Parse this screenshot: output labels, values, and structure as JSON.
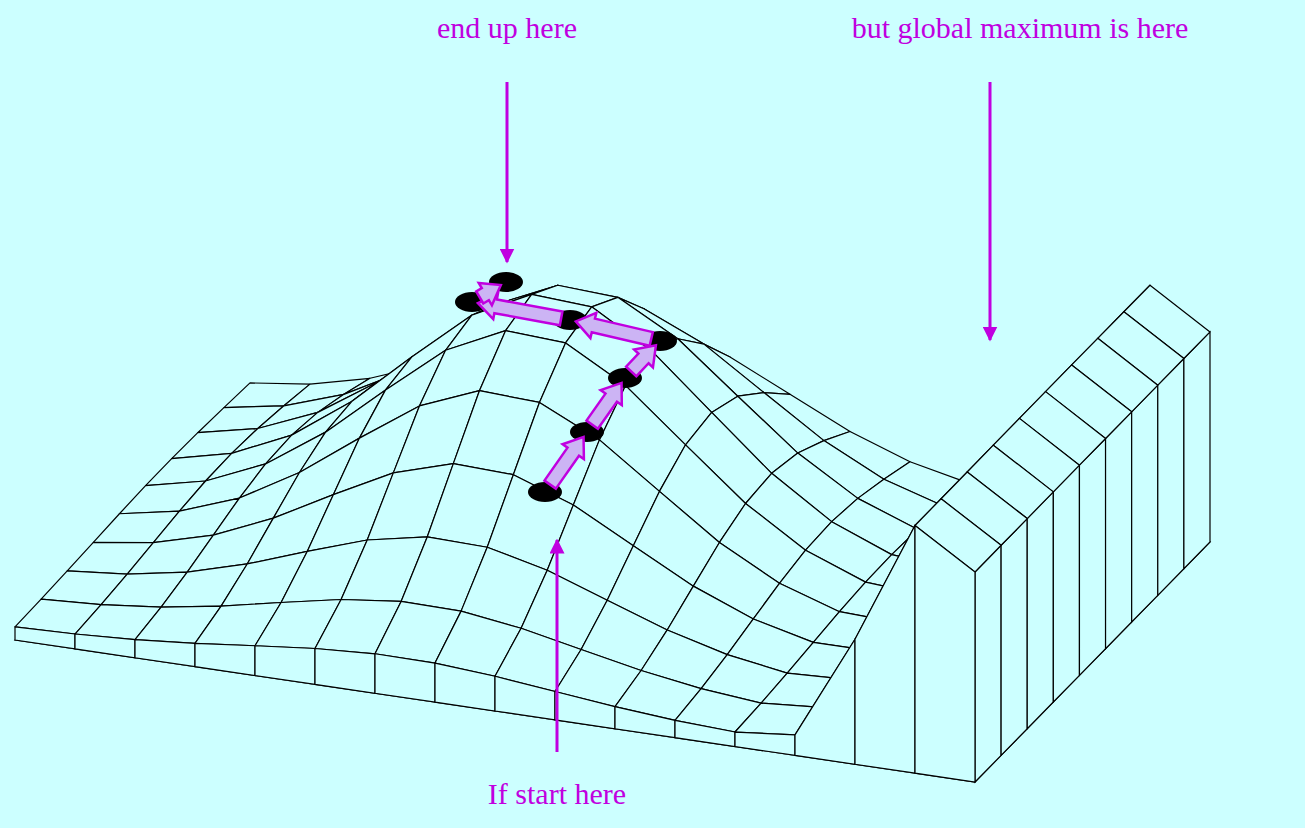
{
  "diagram": {
    "labels": [
      "end up here",
      "but global maximum is here",
      "If start here"
    ]
  }
}
